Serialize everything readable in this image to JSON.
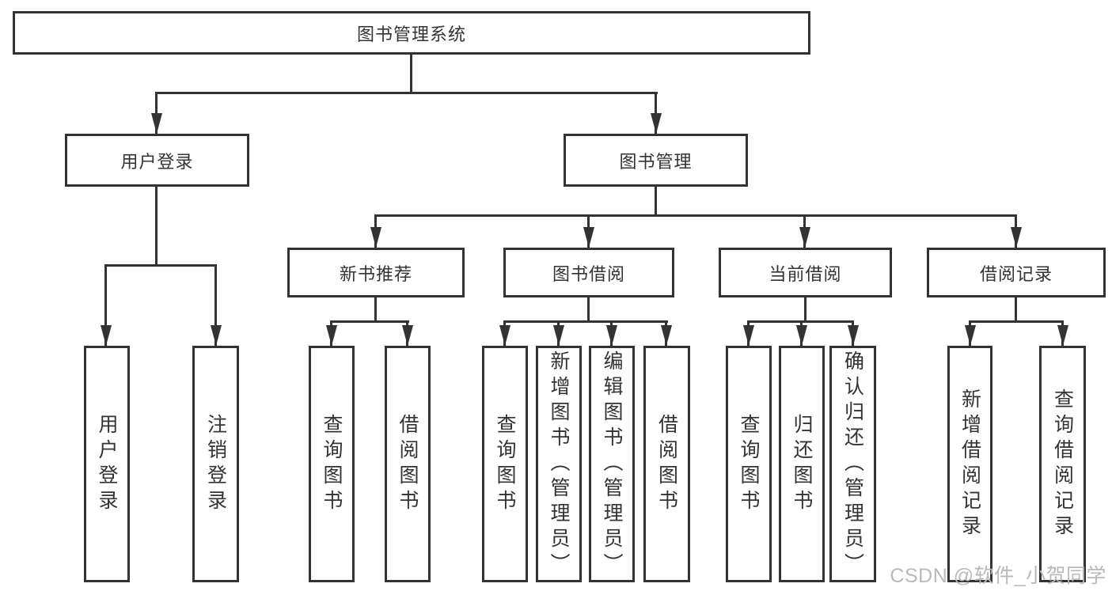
{
  "tree": {
    "root": {
      "label": "图书管理系统"
    },
    "level2": {
      "user_login": {
        "label": "用户登录"
      },
      "book_management": {
        "label": "图书管理"
      }
    },
    "level3": {
      "new_book_recommend": {
        "label": "新书推荐"
      },
      "book_borrow": {
        "label": "图书借阅"
      },
      "current_borrow": {
        "label": "当前借阅"
      },
      "borrow_records": {
        "label": "借阅记录"
      }
    },
    "leaves": {
      "user_login": {
        "label": "用户登录"
      },
      "logout": {
        "label": "注销登录"
      },
      "query_books_1": {
        "label": "查询图书"
      },
      "borrow_books_1": {
        "label": "借阅图书"
      },
      "query_books_2": {
        "label": "查询图书"
      },
      "add_books": {
        "label": "新增图书（管理员）"
      },
      "edit_books": {
        "label": "编辑图书（管理员）"
      },
      "borrow_books_2": {
        "label": "借阅图书"
      },
      "query_books_3": {
        "label": "查询图书"
      },
      "return_books": {
        "label": "归还图书"
      },
      "confirm_return": {
        "label": "确认归还（管理员）"
      },
      "add_borrow_record": {
        "label": "新增借阅记录"
      },
      "query_borrow_record": {
        "label": "查询借阅记录"
      }
    }
  },
  "watermark": {
    "text": "CSDN @软件_小贺同学"
  },
  "colors": {
    "line": "#333333",
    "text": "#333333",
    "box_background": "#ffffff",
    "page_background": "#ffffff",
    "watermark": "#b9b9b9"
  }
}
